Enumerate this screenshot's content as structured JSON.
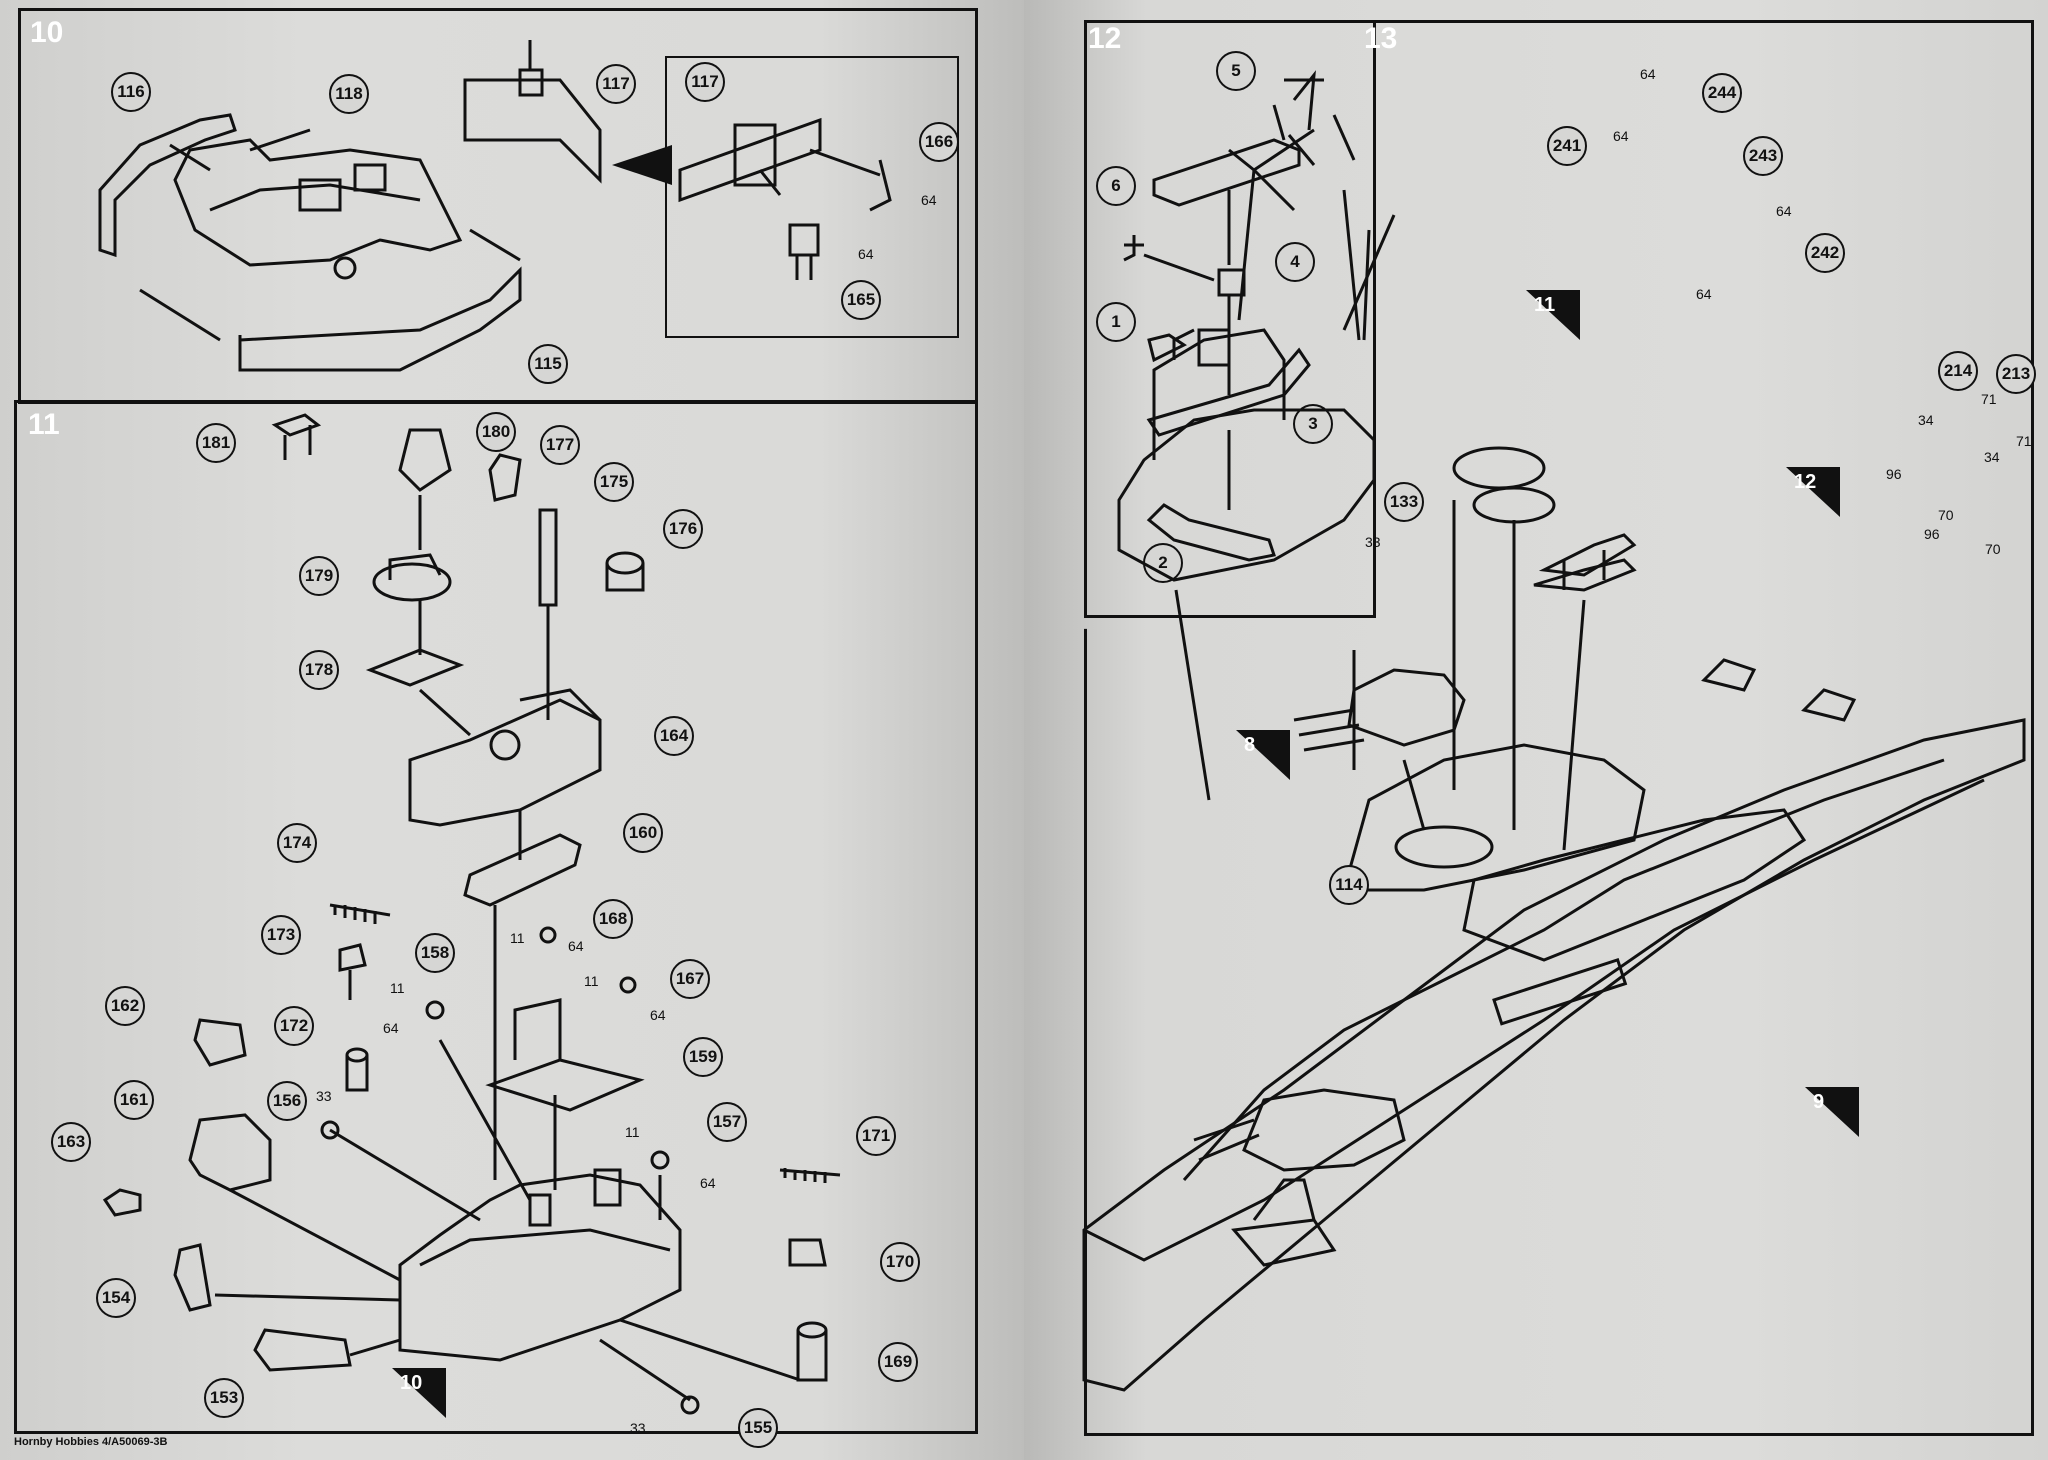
{
  "steps": {
    "s10": {
      "number": "10"
    },
    "s11": {
      "number": "11"
    },
    "s12": {
      "number": "12"
    },
    "s13": {
      "number": "13"
    }
  },
  "step10_parts": [
    "116",
    "118",
    "117",
    "115",
    "117",
    "166",
    "165"
  ],
  "step10_small": [
    "64",
    "64"
  ],
  "step11_parts": [
    "181",
    "180",
    "177",
    "175",
    "176",
    "179",
    "178",
    "164",
    "160",
    "174",
    "168",
    "173",
    "158",
    "167",
    "162",
    "172",
    "159",
    "161",
    "156",
    "157",
    "163",
    "171",
    "170",
    "154",
    "153",
    "169",
    "155"
  ],
  "step11_small": [
    "11",
    "64",
    "11",
    "64",
    "11",
    "64",
    "33",
    "11",
    "64",
    "33"
  ],
  "step12_parts": [
    "5",
    "6",
    "4",
    "1",
    "3",
    "2"
  ],
  "step13_parts": [
    "244",
    "241",
    "243",
    "242",
    "214",
    "213",
    "133",
    "114"
  ],
  "step13_small": [
    "64",
    "64",
    "64",
    "64",
    "33",
    "34",
    "71",
    "96",
    "70",
    "34",
    "71",
    "96",
    "70"
  ],
  "ref_tags": {
    "r10": "10",
    "r11": "11",
    "r12": "12",
    "r8": "8",
    "r9": "9"
  },
  "footer": "Hornby Hobbies 4/A50069-3B"
}
